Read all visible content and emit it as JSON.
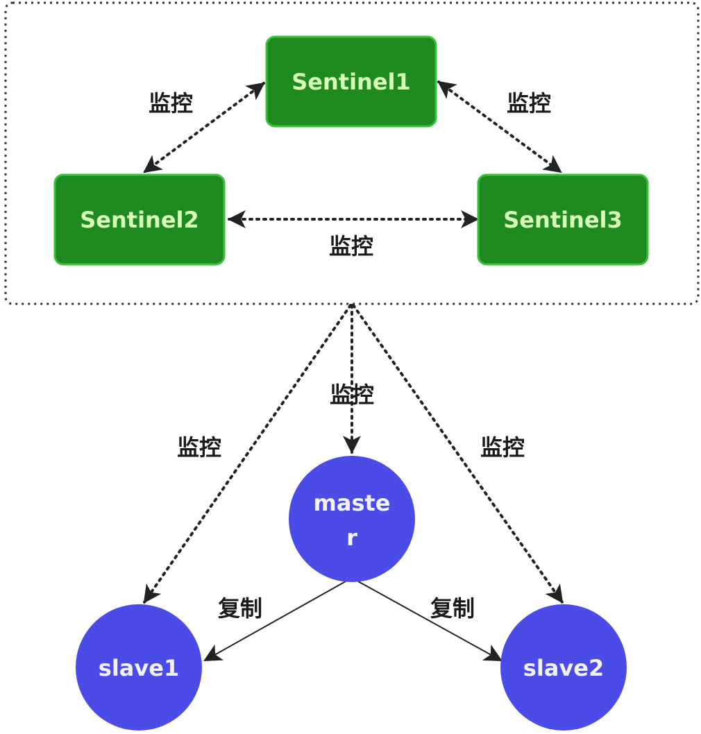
{
  "colors": {
    "sentinel_fill": "#1f8a1f",
    "sentinel_stroke": "#39c239",
    "sentinel_text": "#d8ffb8",
    "redis_fill": "#4b4be8",
    "redis_text": "#f2f2ff",
    "edge": "#222222",
    "label_text": "#1a1a1a"
  },
  "nodes": {
    "sentinel1": {
      "label": "Sentinel1"
    },
    "sentinel2": {
      "label": "Sentinel2"
    },
    "sentinel3": {
      "label": "Sentinel3"
    },
    "master": {
      "label_line1": "maste",
      "label_line2": "r"
    },
    "slave1": {
      "label": "slave1"
    },
    "slave2": {
      "label": "slave2"
    }
  },
  "edges": {
    "s1_s2": {
      "label": "监控"
    },
    "s1_s3": {
      "label": "监控"
    },
    "s2_s3": {
      "label": "监控"
    },
    "to_master": {
      "label": "监控"
    },
    "to_slave1": {
      "label": "监控"
    },
    "to_slave2": {
      "label": "监控"
    },
    "master_slave1": {
      "label": "复制"
    },
    "master_slave2": {
      "label": "复制"
    }
  }
}
